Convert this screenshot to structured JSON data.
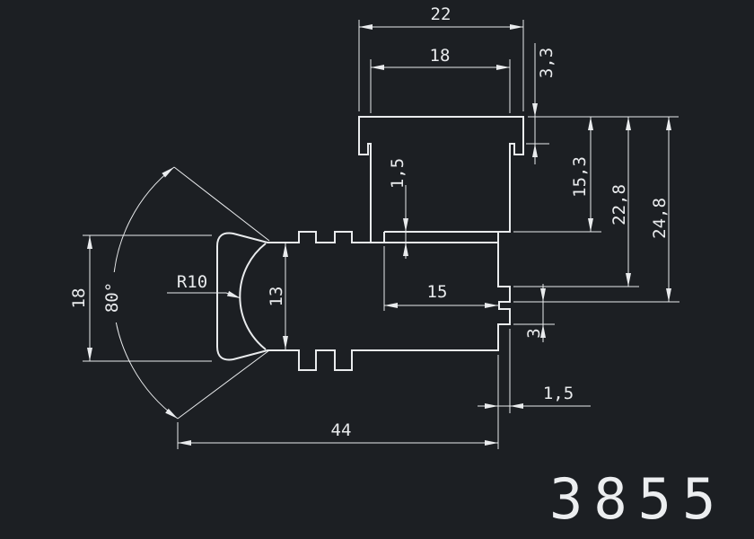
{
  "drawing": {
    "part_number": "3855",
    "colors": {
      "background": "#1c1f23",
      "line": "#e9ebed"
    },
    "dims": {
      "top_width": "22",
      "top_body_width": "18",
      "flange_thickness": "3,3",
      "slot_step": "1,5",
      "height_to_slot": "15,3",
      "height_to_notch": "22,8",
      "height_overall_right": "24,8",
      "slot_width": "15",
      "arm_height": "13",
      "left_height": "18",
      "fan_angle": "80°",
      "socket_radius": "R10",
      "notch_height": "3",
      "notch_depth": "1,5",
      "bottom_width": "44"
    }
  }
}
